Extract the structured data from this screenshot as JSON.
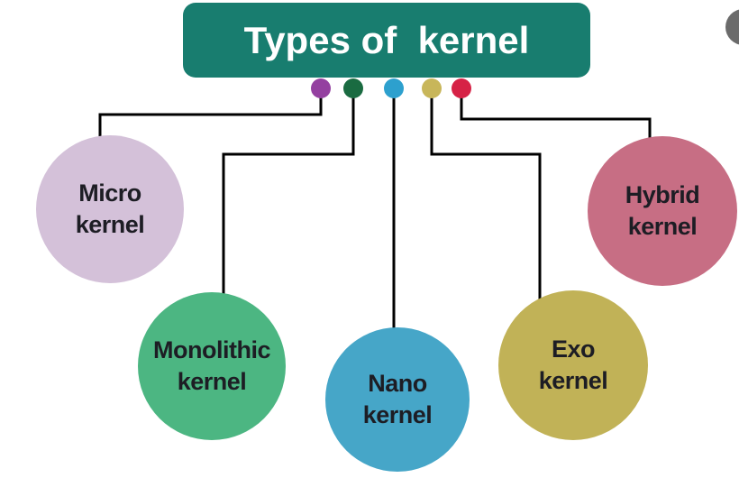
{
  "header": {
    "title": "Types of  kernel",
    "bg_color": "#187d6f",
    "text_color": "#ffffff"
  },
  "nodes": [
    {
      "id": "micro",
      "label_line1": "Micro",
      "label_line2": "kernel",
      "circle_color": "#d4c1d9",
      "dot_color": "#9440a0"
    },
    {
      "id": "monolithic",
      "label_line1": "Monolithic",
      "label_line2": "kernel",
      "circle_color": "#4cb682",
      "dot_color": "#1a6b41"
    },
    {
      "id": "nano",
      "label_line1": "Nano",
      "label_line2": "kernel",
      "circle_color": "#46a6c8",
      "dot_color": "#2da0ce"
    },
    {
      "id": "exo",
      "label_line1": "Exo",
      "label_line2": "kernel",
      "circle_color": "#c1b257",
      "dot_color": "#c8b65a"
    },
    {
      "id": "hybrid",
      "label_line1": "Hybrid",
      "label_line2": "kernel",
      "circle_color": "#c76e84",
      "dot_color": "#d62246"
    }
  ],
  "label_text_color": "#1d1d24",
  "connector_color": "#000000",
  "decoration": {
    "clipped_gray_circle_color": "#6b6b6b"
  }
}
